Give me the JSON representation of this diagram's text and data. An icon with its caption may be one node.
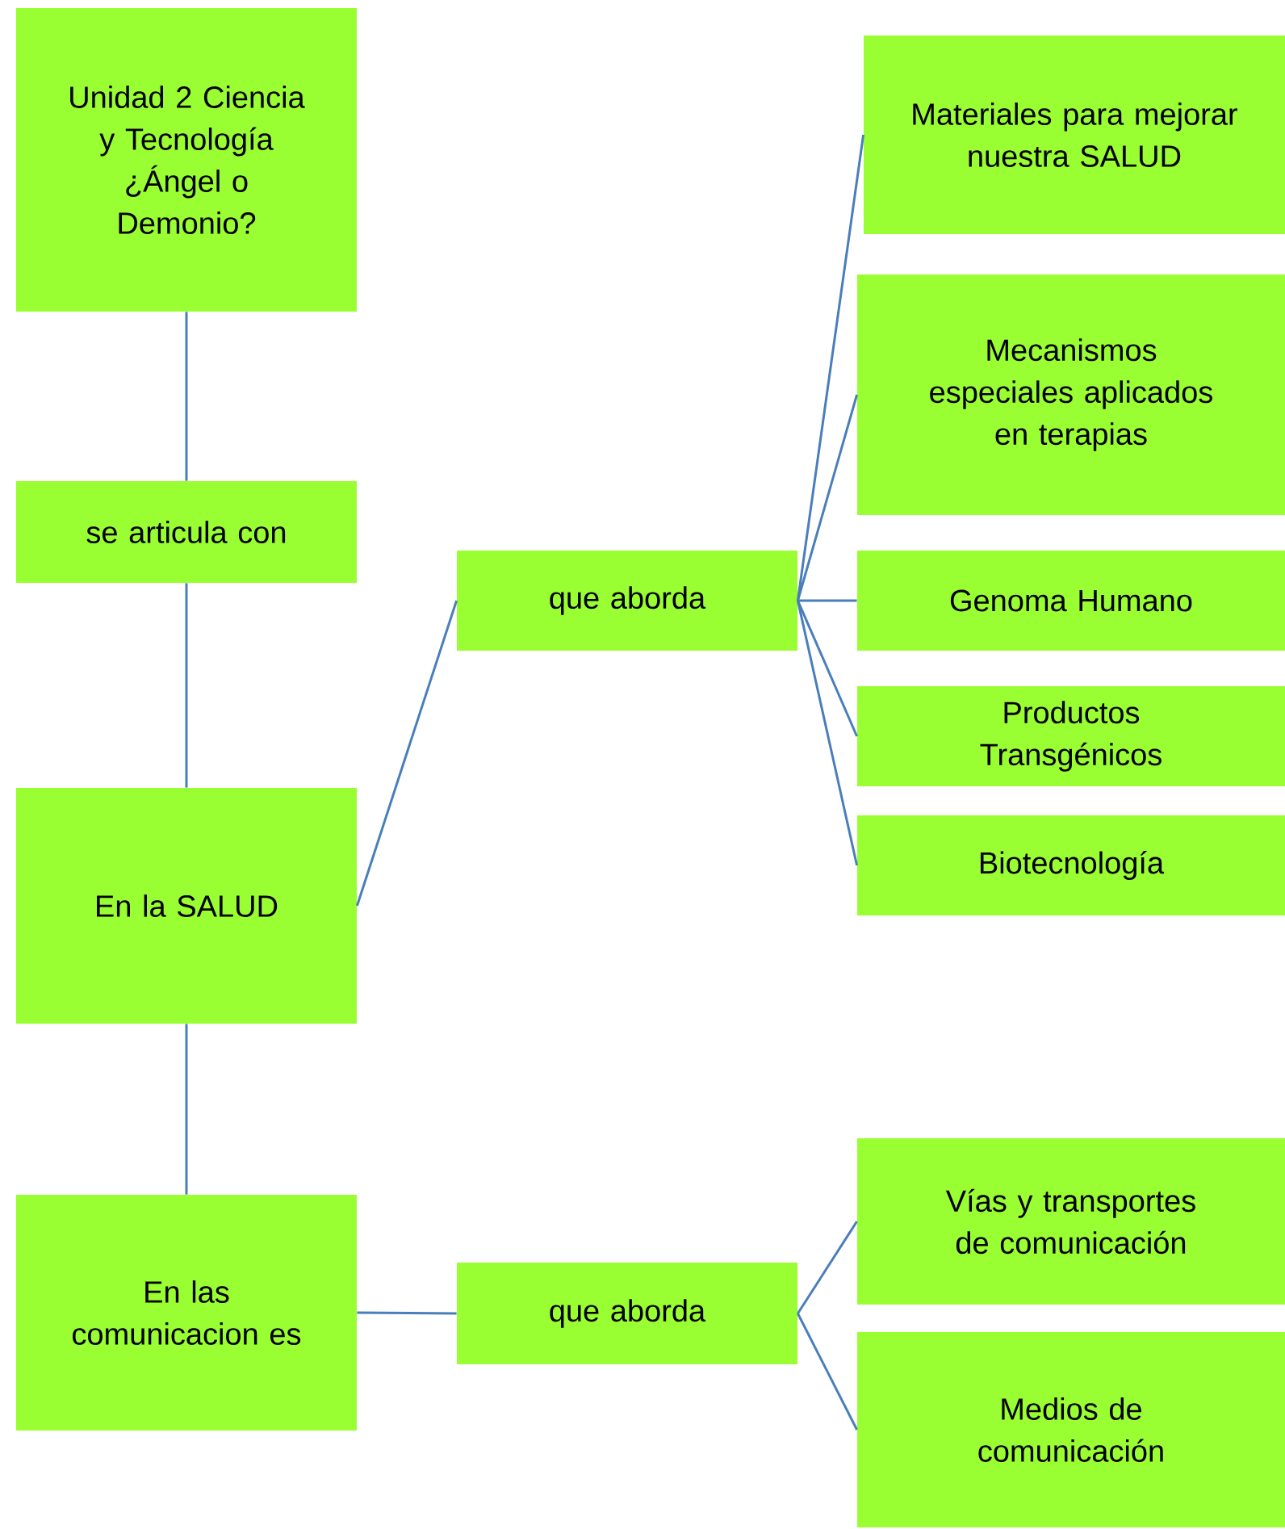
{
  "diagram": {
    "nodes": [
      {
        "text": [
          "Unidad 2 Ciencia y Tecnología ¿Ángel o Demonio?"
        ]
      },
      {
        "text": [
          "se articula con"
        ]
      },
      {
        "text": [
          "En la SALUD"
        ]
      },
      {
        "text": [
          "En las comunicacion es"
        ]
      },
      {
        "text": [
          "que aborda"
        ]
      },
      {
        "text": [
          "que aborda"
        ]
      },
      {
        "text": [
          "Materiales para mejorar nuestra SALUD"
        ]
      },
      {
        "text": [
          "Mecanismos especiales aplicados en terapias"
        ]
      },
      {
        "text": [
          "Genoma Humano"
        ]
      },
      {
        "text": [
          "Productos Transgénicos"
        ]
      },
      {
        "text": [
          "Biotecnología"
        ]
      },
      {
        "text": [
          "Vías y transportes de comunicación"
        ]
      },
      {
        "text": [
          "Medios de comunicación"
        ]
      }
    ],
    "edges": [
      {
        "from": 0,
        "to": 1,
        "arrow": "none"
      },
      {
        "from": 1,
        "to": 2,
        "arrow": "none"
      },
      {
        "from": 2,
        "to": 3,
        "arrow": "none"
      },
      {
        "from": 2,
        "to": 4,
        "arrow": "none"
      },
      {
        "from": 4,
        "to": 6,
        "arrow": "none"
      },
      {
        "from": 4,
        "to": 7,
        "arrow": "none"
      },
      {
        "from": 4,
        "to": 8,
        "arrow": "none"
      },
      {
        "from": 4,
        "to": 9,
        "arrow": "none"
      },
      {
        "from": 4,
        "to": 10,
        "arrow": "none"
      },
      {
        "from": 3,
        "to": 5,
        "arrow": "none"
      },
      {
        "from": 5,
        "to": 11,
        "arrow": "none"
      },
      {
        "from": 5,
        "to": 12,
        "arrow": "none"
      }
    ]
  }
}
